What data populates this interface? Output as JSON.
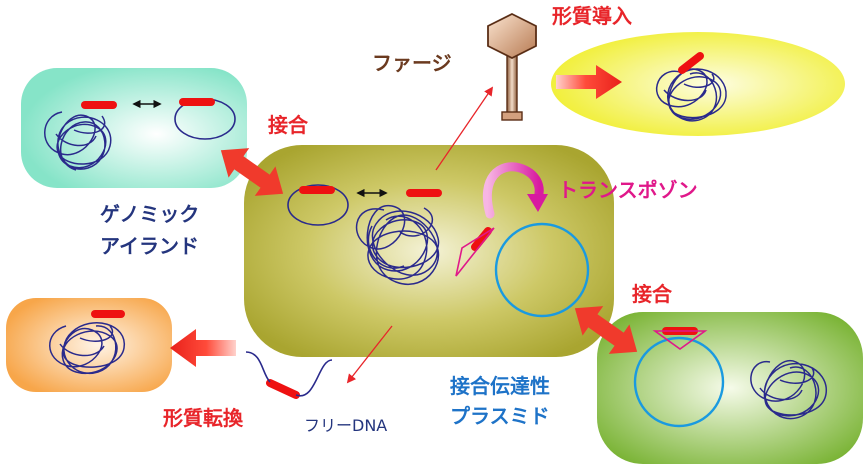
{
  "labels": {
    "transduction": "形質導入",
    "phage": "ファージ",
    "conjugation_top": "接合",
    "genomic_island_line1": "ゲノミック",
    "genomic_island_line2": "アイランド",
    "transposon": "トランスポゾン",
    "conjugation_right": "接合",
    "conj_plasmid_line1": "接合伝達性",
    "conj_plasmid_line2": "プラスミド",
    "transformation": "形質転換",
    "free_dna": "フリーDNA"
  },
  "colors": {
    "label_red": "#e8252a",
    "label_navy": "#24357e",
    "label_brown": "#6b3a1f",
    "label_magenta": "#e0188a",
    "label_blue": "#1e73c8",
    "dna": "#2a2a8c",
    "gene_segment": "#ee1111",
    "plasmid_ring": "#1a9ae0"
  }
}
